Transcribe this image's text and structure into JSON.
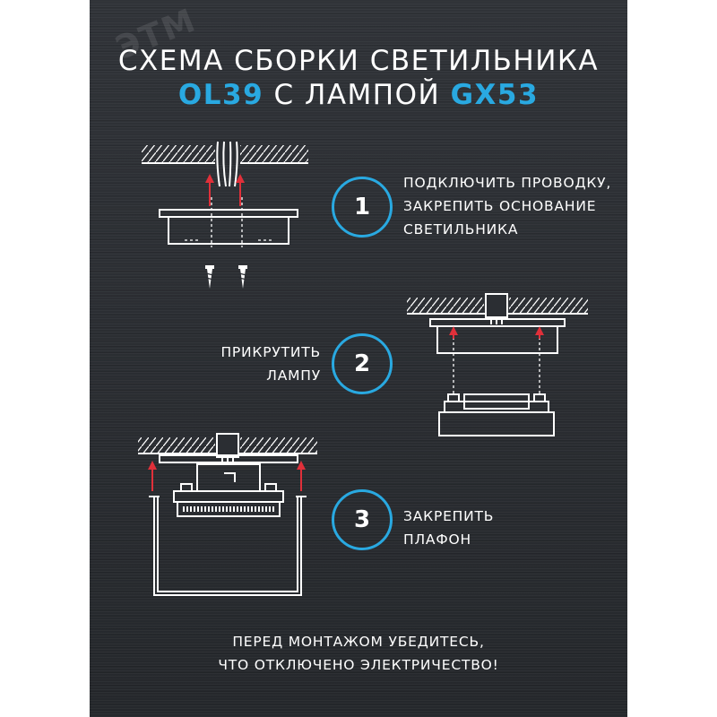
{
  "brand": {
    "logo_text": "ЭТМ"
  },
  "title": {
    "line1": "СХЕМА СБОРКИ СВЕТИЛЬНИКА",
    "model": "OL39",
    "middle": "С ЛАМПОЙ",
    "lamp": "GX53"
  },
  "steps": [
    {
      "number": "1",
      "lines": [
        "ПОДКЛЮЧИТЬ ПРОВОДКУ,",
        "ЗАКРЕПИТЬ ОСНОВАНИЕ",
        "СВЕТИЛЬНИКА"
      ]
    },
    {
      "number": "2",
      "lines": [
        "ПРИКРУТИТЬ",
        "ЛАМПУ"
      ]
    },
    {
      "number": "3",
      "lines": [
        "ЗАКРЕПИТЬ",
        "ПЛАФОН"
      ]
    }
  ],
  "warning": {
    "lines": [
      "ПЕРЕД МОНТАЖОМ УБЕДИТЕСЬ,",
      "ЧТО ОТКЛЮЧЕНО ЭЛЕКТРИЧЕСТВО!"
    ]
  },
  "colors": {
    "accent": "#29a9e1",
    "arrow": "#e0303a",
    "line": "#ffffff",
    "background": "#2b2e33"
  }
}
